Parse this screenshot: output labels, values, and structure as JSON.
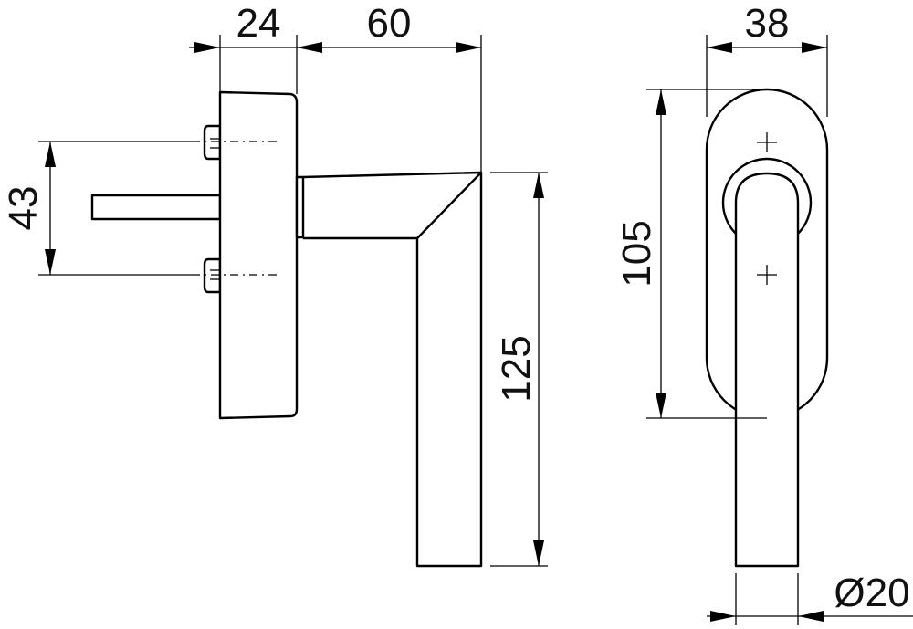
{
  "dimensions": {
    "rose_depth": "24",
    "handle_projection": "60",
    "spindle_spacing": "43",
    "handle_length": "125",
    "rose_width": "38",
    "rose_height": "105",
    "grip_diameter": "Ø20"
  },
  "colors": {
    "line": "#000000",
    "background": "#ffffff"
  }
}
